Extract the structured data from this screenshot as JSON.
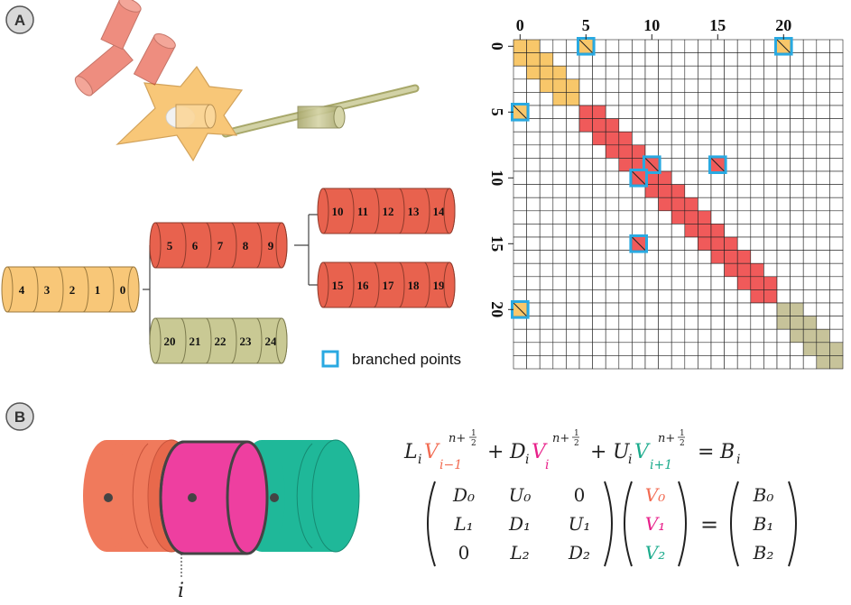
{
  "panels": {
    "a_label": "A",
    "b_label": "B"
  },
  "colors": {
    "soma": "#f8c778",
    "dendrite_red": "#e8624e",
    "axon": "#c9c994",
    "matrix_red": "#f05a5a",
    "matrix_yellow": "#f8c76a",
    "matrix_olive": "#c7c39a",
    "branch_box": "#29a9e1",
    "eq_red": "#f26b52",
    "eq_pink": "#e8208a",
    "eq_green": "#1bab8c"
  },
  "tree": {
    "soma_segments": [
      "4",
      "3",
      "2",
      "1",
      "0"
    ],
    "branch1_segments": [
      "5",
      "6",
      "7",
      "8",
      "9"
    ],
    "branch1a_segments": [
      "10",
      "11",
      "12",
      "13",
      "14"
    ],
    "branch1b_segments": [
      "15",
      "16",
      "17",
      "18",
      "19"
    ],
    "axon_segments": [
      "20",
      "21",
      "22",
      "23",
      "24"
    ]
  },
  "matrix": {
    "n": 25,
    "col_ticks": [
      "0",
      "5",
      "10",
      "15",
      "20"
    ],
    "row_ticks": [
      "0",
      "5",
      "10",
      "15",
      "20"
    ],
    "diag_groups": [
      {
        "from": 0,
        "to": 4,
        "color": "yellow"
      },
      {
        "from": 5,
        "to": 19,
        "color": "red"
      },
      {
        "from": 20,
        "to": 24,
        "color": "olive"
      }
    ],
    "branch_points": [
      [
        0,
        5
      ],
      [
        0,
        20
      ],
      [
        5,
        0
      ],
      [
        9,
        10
      ],
      [
        9,
        15
      ],
      [
        10,
        9
      ],
      [
        15,
        9
      ],
      [
        20,
        0
      ]
    ],
    "legend": "branched points"
  },
  "equations": {
    "line1": {
      "L": "L",
      "i": "i",
      "V": "V",
      "im1": "i−1",
      "exp": "n+",
      "half_n": "1",
      "half_d": "2",
      "plus": "+",
      "D": "D",
      "U": "U",
      "ip1": "i+1",
      "eq": "=",
      "B": "B"
    },
    "matrix_rows": [
      [
        "D₀",
        "U₀",
        "0"
      ],
      [
        "L₁",
        "D₁",
        "U₁"
      ],
      [
        "0",
        "L₂",
        "D₂"
      ]
    ],
    "vector_v": [
      "V₀",
      "V₁",
      "V₂"
    ],
    "vector_b": [
      "B₀",
      "B₁",
      "B₂"
    ],
    "equals": "="
  },
  "compartment_label": "i"
}
